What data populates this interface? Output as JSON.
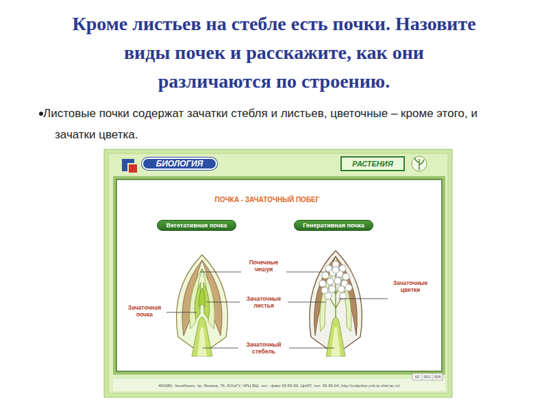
{
  "diagram": {
    "title": "Кроме листьев на стебле есть почки. Назовите виды почек и расскажите, как они различаются по строению.",
    "nodes": [
      {
        "text": [
          "БИОЛОГИЯ"
        ]
      },
      {
        "text": [
          "РАСТЕНИЯ"
        ]
      },
      {
        "text": [
          "Вегетативная почка"
        ]
      },
      {
        "text": [
          "Генеративная почка"
        ]
      }
    ],
    "labels": [
      "Листовые почки содержат зачатки стебля и листьев, цветочные – кроме этого, и зачатки цветка.",
      "ПОЧКА - ЗАЧАТОЧНЫЙ ПОБЕГ",
      "Почечные чешуи",
      "Зачаточные листья",
      "Зачаточный стебель",
      "Зачаточная почка",
      "Зачаточные цветки",
      "454080, Челябинск, пр. Ленина, 76, ЮУрГУ, ЧРЦ ВШ, тел - факс 65-59-59, ЦНИТ, тел: 39-99-04, http://urdpribor.cnit.tu-chel.ac.ru/",
      "62",
      "001",
      "006"
    ]
  }
}
